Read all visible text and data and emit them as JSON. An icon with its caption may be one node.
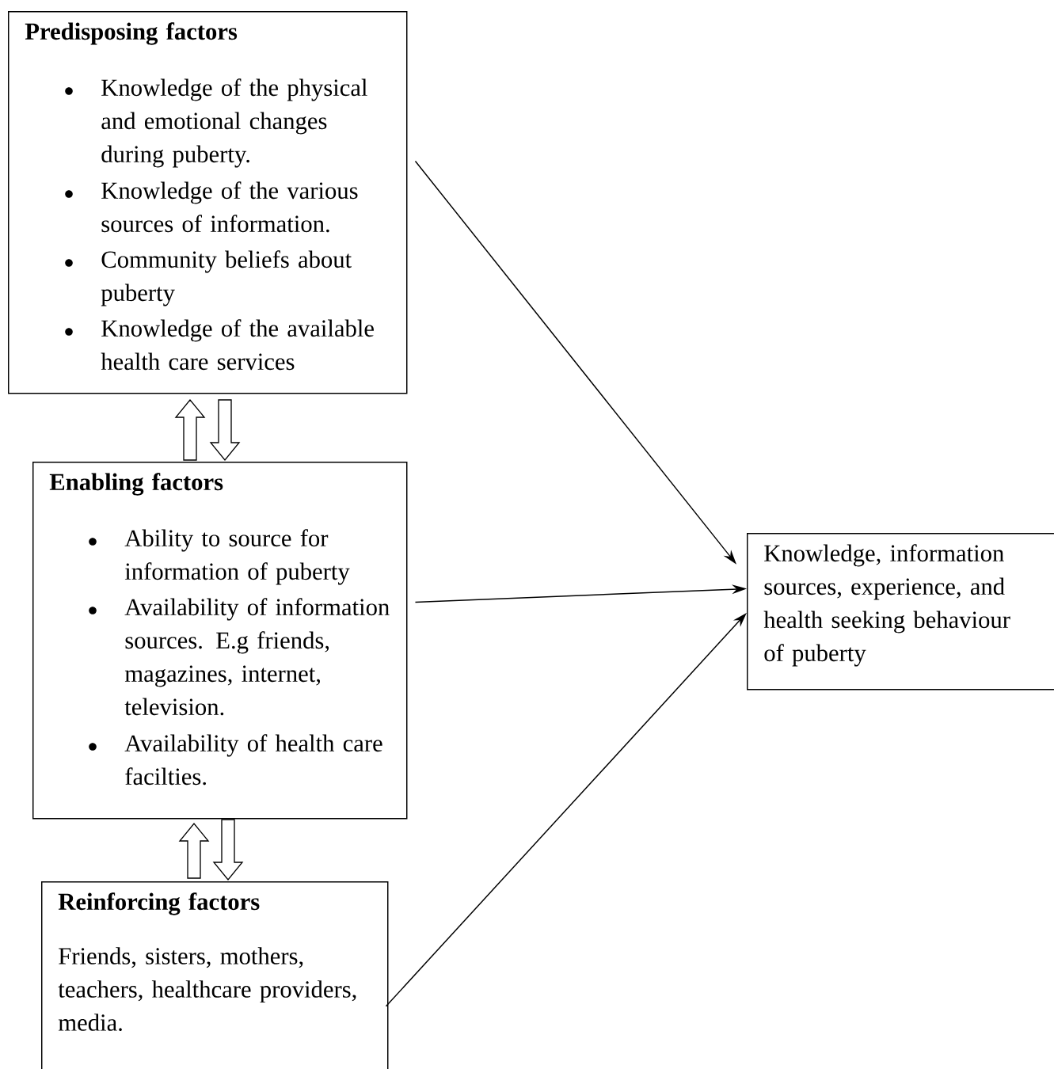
{
  "diagram": {
    "nodes": [
      {
        "text": [
          "Predisposing factors",
          "Knowledge of the physical and emotional changes during puberty.",
          "Knowledge of the various sources of information.",
          "Community beliefs about puberty",
          "Knowledge of the available health care services"
        ]
      },
      {
        "text": [
          "Enabling factors",
          "Ability to source for information  of  puberty",
          "Availability of information sources. E.g friends, magazines, internet, television.",
          "Availability of health care facilties."
        ]
      },
      {
        "text": [
          "Reinforcing factors",
          "Friends, sisters, mothers, teachers, healthcare providers, media."
        ]
      },
      {
        "text": [
          "Knowledge, information sources, experience, and health seeking behaviour of puberty"
        ]
      }
    ],
    "edges": [
      {
        "from": 0,
        "to": 1,
        "arrow": "to",
        "style": "thick"
      },
      {
        "from": 1,
        "to": 0,
        "arrow": "to",
        "style": "thick"
      },
      {
        "from": 1,
        "to": 2,
        "arrow": "to",
        "style": "thick"
      },
      {
        "from": 2,
        "to": 1,
        "arrow": "to",
        "style": "thick"
      },
      {
        "from": 0,
        "to": 3,
        "arrow": "to"
      },
      {
        "from": 1,
        "to": 3,
        "arrow": "to"
      },
      {
        "from": 2,
        "to": 3,
        "arrow": "to"
      }
    ]
  }
}
